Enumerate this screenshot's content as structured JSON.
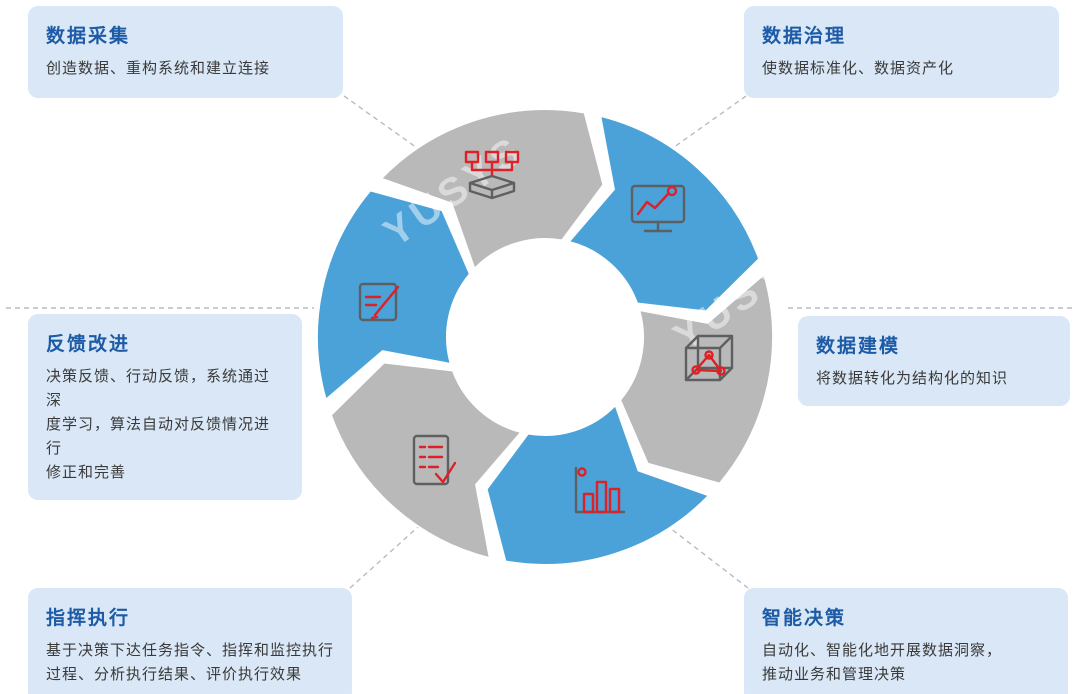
{
  "palette": {
    "segment_blue": "#4aa2d8",
    "segment_gray": "#b9b9b9",
    "icon_red": "#dd2127",
    "icon_gray": "#5d5f61",
    "callout_bg": "#d9e7f6",
    "title_blue": "#1d5ba7",
    "desc_text": "#3a3a3a",
    "connector_gray": "#b7bcc2"
  },
  "watermark": {
    "text": "YUSYS"
  },
  "cycle": {
    "segments": [
      {
        "id": "data-collection",
        "label": "数据采集",
        "color": "gray",
        "icon": "network-stack-icon"
      },
      {
        "id": "data-governance",
        "label": "数据治理",
        "color": "blue",
        "icon": "monitor-chart-icon"
      },
      {
        "id": "data-modeling",
        "label": "数据建模",
        "color": "gray",
        "icon": "cube-network-icon"
      },
      {
        "id": "intelligent-decision",
        "label": "智能决策",
        "color": "blue",
        "icon": "bar-chart-icon"
      },
      {
        "id": "command-execution",
        "label": "指挥执行",
        "color": "gray",
        "icon": "checklist-icon"
      },
      {
        "id": "feedback-improvement",
        "label": "反馈改进",
        "color": "blue",
        "icon": "edit-note-icon"
      }
    ]
  },
  "callouts": {
    "data_collection": {
      "title": "数据采集",
      "desc": "创造数据、重构系统和建立连接"
    },
    "data_governance": {
      "title": "数据治理",
      "desc": "使数据标准化、数据资产化"
    },
    "feedback_improvement": {
      "title": "反馈改进",
      "desc": "决策反馈、行动反馈，系统通过深\n度学习，算法自动对反馈情况进行\n修正和完善"
    },
    "data_modeling": {
      "title": "数据建模",
      "desc": "将数据转化为结构化的知识"
    },
    "command_execution": {
      "title": "指挥执行",
      "desc": "基于决策下达任务指令、指挥和监控执行\n过程、分析执行结果、评价执行效果"
    },
    "intelligent_decision": {
      "title": "智能决策",
      "desc": "自动化、智能化地开展数据洞察，\n推动业务和管理决策"
    }
  }
}
